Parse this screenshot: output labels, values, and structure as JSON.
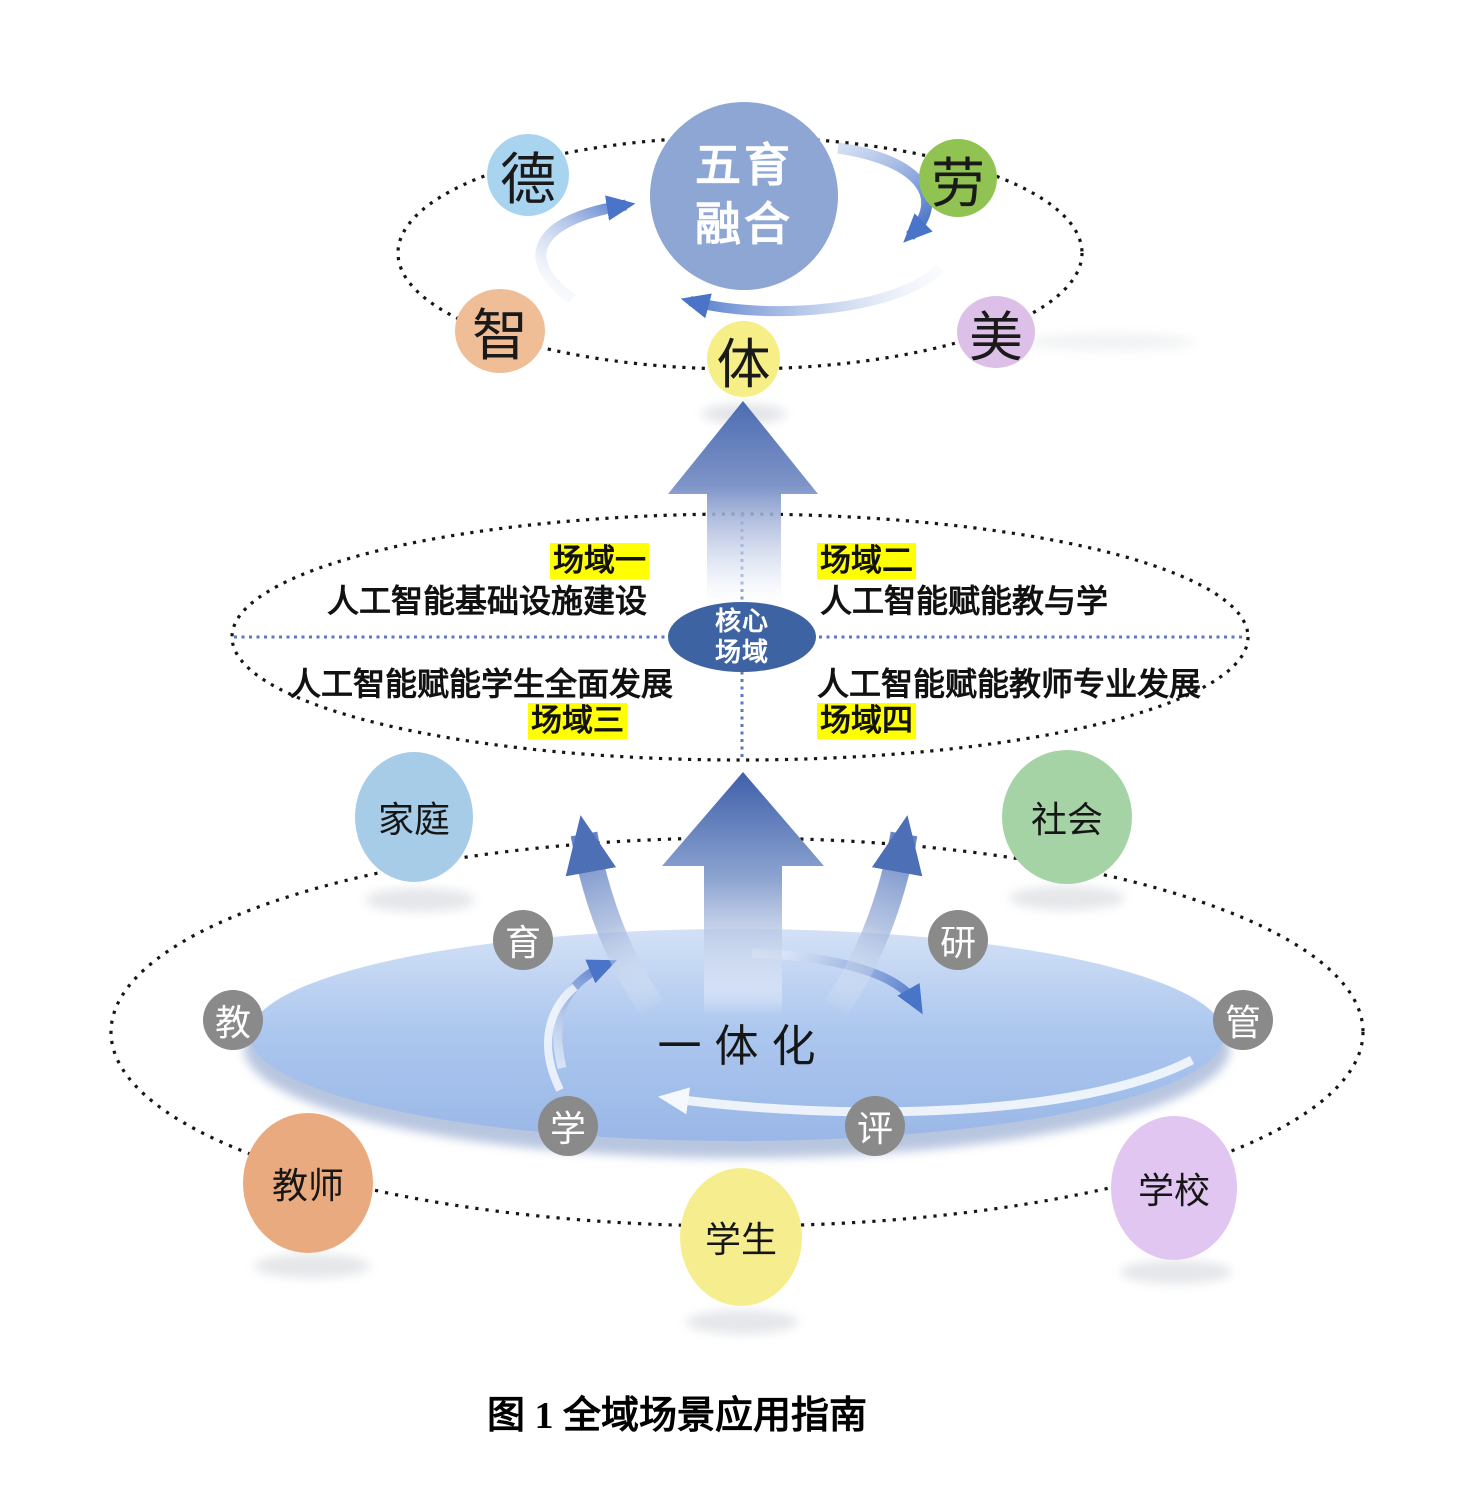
{
  "figure_caption": "图 1 全域场景应用指南",
  "top_layer": {
    "center_label": "五育融合",
    "center_color": "#8ea6d4",
    "satellites": [
      {
        "label": "德",
        "color": "#a9d4f0"
      },
      {
        "label": "劳",
        "color": "#90c351"
      },
      {
        "label": "智",
        "color": "#efbe97"
      },
      {
        "label": "美",
        "color": "#dcc0e8"
      },
      {
        "label": "体",
        "color": "#f6ee86"
      }
    ]
  },
  "middle_layer": {
    "core_label": "核心场域",
    "core_color": "#3d63a3",
    "highlight_color": "#ffff00",
    "quadrants": [
      {
        "badge": "场域一",
        "text": "人工智能基础设施建设"
      },
      {
        "badge": "场域二",
        "text": "人工智能赋能教与学"
      },
      {
        "badge": "场域三",
        "text": "人工智能赋能学生全面发展"
      },
      {
        "badge": "场域四",
        "text": "人工智能赋能教师专业发展"
      }
    ]
  },
  "bottom_layer": {
    "disk_label": "一体化",
    "disk_color": "#a9c6ee",
    "node_color": "#8a8a8a",
    "process_nodes": [
      {
        "label": "育"
      },
      {
        "label": "研"
      },
      {
        "label": "教"
      },
      {
        "label": "管"
      },
      {
        "label": "学"
      },
      {
        "label": "评"
      }
    ],
    "stakeholders": [
      {
        "label": "家庭",
        "color": "#a6cce8"
      },
      {
        "label": "社会",
        "color": "#a6d3a6"
      },
      {
        "label": "教师",
        "color": "#eaaa80"
      },
      {
        "label": "学校",
        "color": "#e0c6f0"
      },
      {
        "label": "学生",
        "color": "#f6ee8e"
      }
    ]
  }
}
